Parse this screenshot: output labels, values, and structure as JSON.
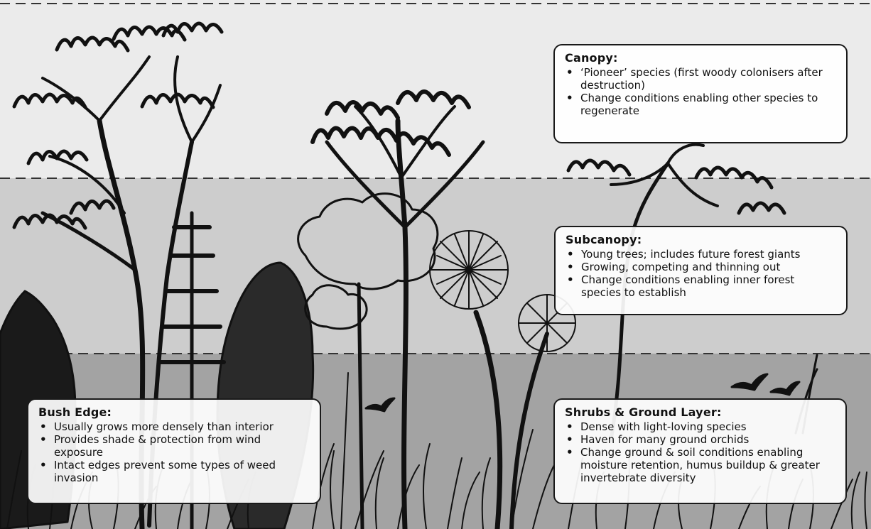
{
  "layers": [
    {
      "id": "canopy",
      "title": "Canopy:",
      "items": [
        "‘Pioneer’ species (first woody colonisers after destruction)",
        "Change conditions enabling other species to regenerate"
      ]
    },
    {
      "id": "subcanopy",
      "title": "Subcanopy:",
      "items": [
        "Young trees; includes future forest giants",
        "Growing, competing and thinning out",
        "Change conditions enabling inner forest species to establish"
      ]
    },
    {
      "id": "bush-edge",
      "title": "Bush Edge:",
      "items": [
        "Usually grows more densely than interior",
        "Provides shade & protection from wind exposure",
        "Intact edges prevent some types of weed invasion"
      ]
    },
    {
      "id": "shrubs",
      "title": "Shrubs & Ground Layer:",
      "items": [
        "Dense with light-loving species",
        "Haven for many ground orchids",
        "Change ground & soil conditions enabling moisture retention, humus buildup & greater invertebrate diversity"
      ]
    }
  ],
  "colors": {
    "canopy_band": "#ebebeb",
    "subcanopy_band": "#cdcdcd",
    "ground_band": "#a3a3a3",
    "ink": "#111111",
    "box_fill": "#ffffff"
  }
}
